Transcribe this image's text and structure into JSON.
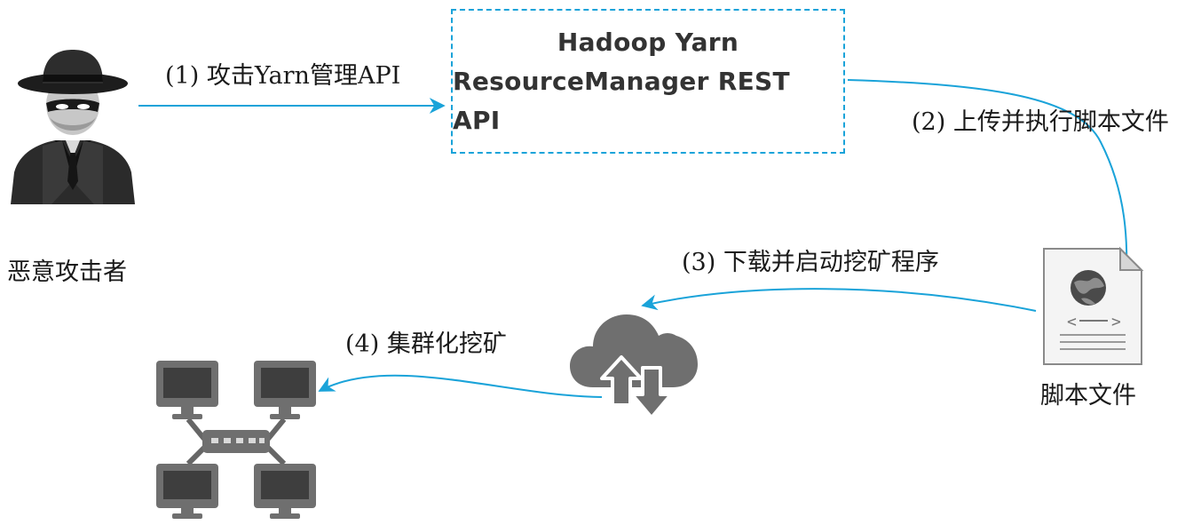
{
  "api": {
    "line1": "Hadoop Yarn",
    "line2": "ResourceManager REST API"
  },
  "nodes": {
    "attacker": "恶意攻击者",
    "script_file": "脚本文件"
  },
  "steps": [
    {
      "label": "(1) 攻击Yarn管理API"
    },
    {
      "label": "(2) 上传并执行脚本文件"
    },
    {
      "label": "(3) 下载并启动挖矿程序"
    },
    {
      "label": "(4) 集群化挖矿"
    }
  ],
  "colors": {
    "arrow": "#1aa3d9",
    "icon_dark": "#2a2a2a",
    "icon_gray": "#6f6f6f"
  },
  "icons": [
    "hacker-icon",
    "script-file-icon",
    "cloud-transfer-icon",
    "cluster-network-icon"
  ]
}
